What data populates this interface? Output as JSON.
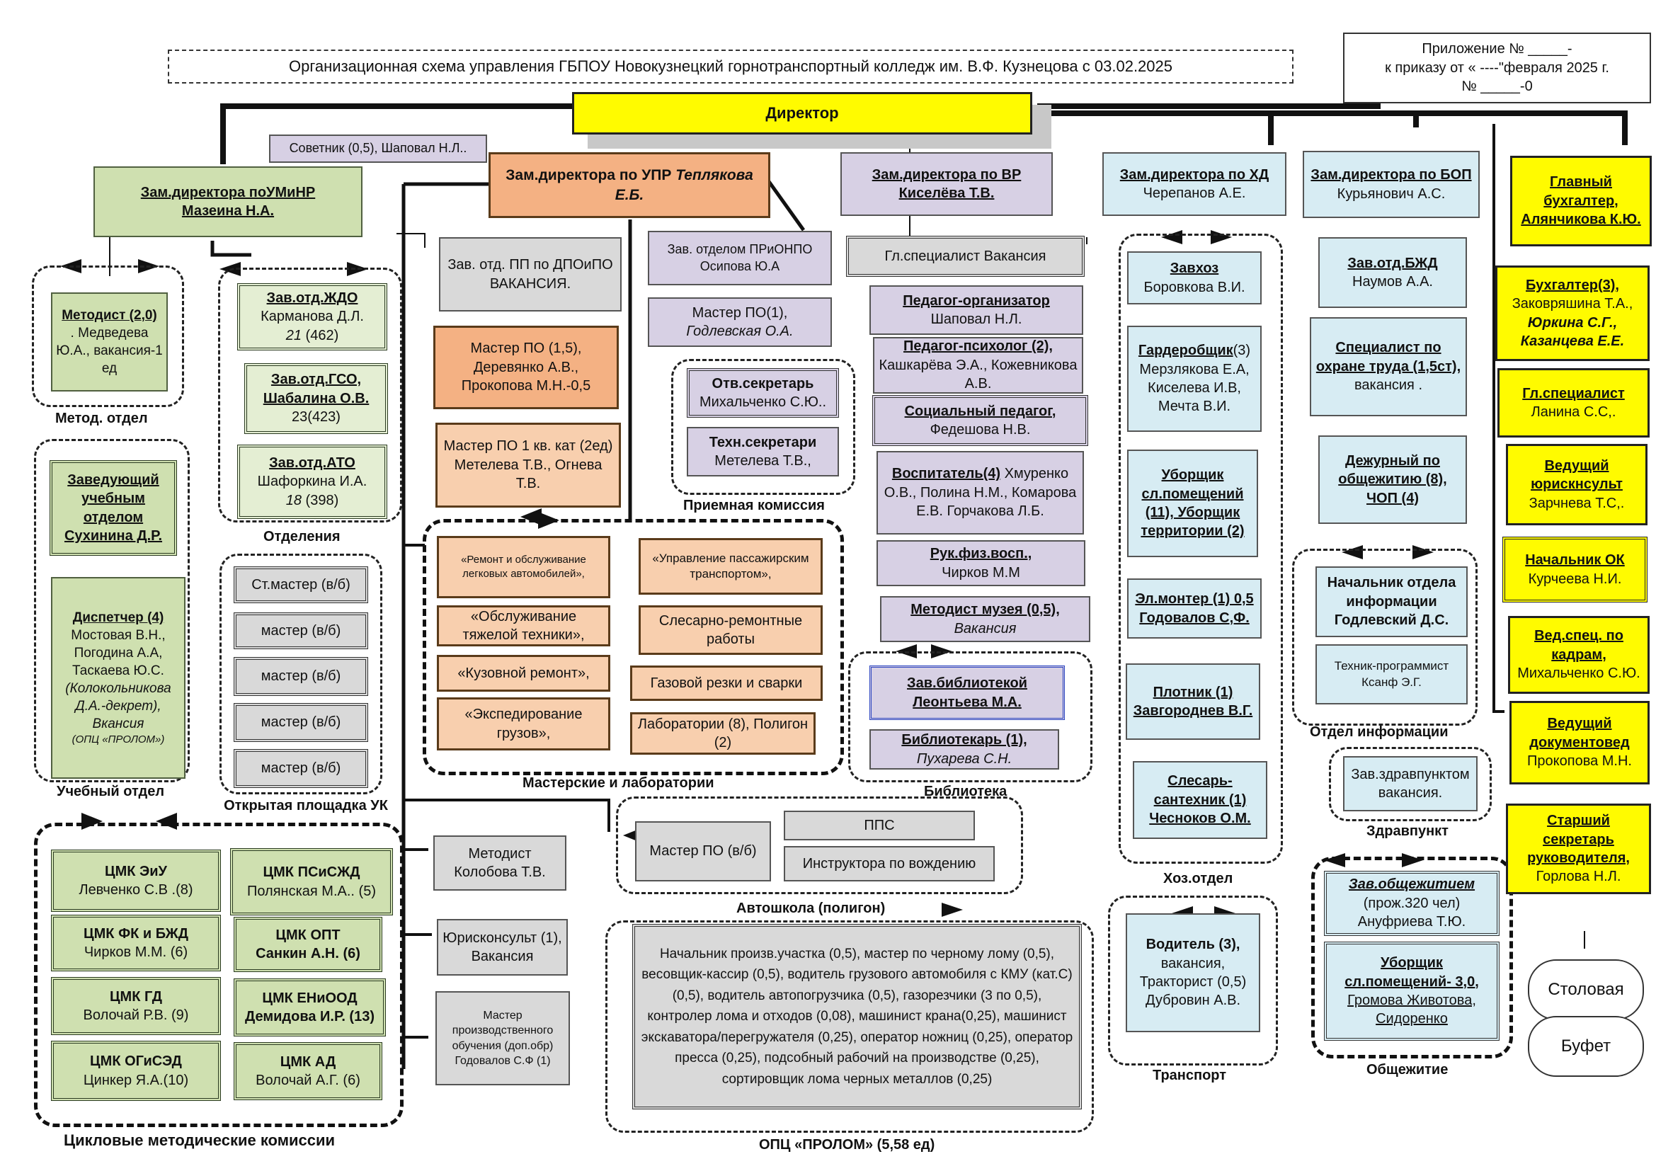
{
  "title": "Организационная схема управления ГБПОУ Новокузнецкий горнотранспортный колледж им. В.Ф. Кузнецова  с 03.02.2025",
  "order": {
    "line1": "Приложение № _____-",
    "line2": "к приказу от « ----\"февраля   2025 г.",
    "line3": "№ _____-0"
  },
  "director": "Директор",
  "advisor": "Советник (0,5), Шаповал Н.Л..",
  "col1": {
    "head1": "Зам.директора поУМиНР",
    "head2": "Мазеина Н.А.",
    "metod1": "Методист (2,0)",
    "metod2": ". Медведева Ю.А., вакансия-1 ед",
    "metod_label": "Метод. отдел",
    "zav1": "Заведующий учебным отделом  Сухинина Д.Р.",
    "disp1": "Диспетчер (4)",
    "disp2": "Мостовая В.Н., Погодина А.А, Таскаева Ю.С.",
    "disp3": "(Колокольникова Д.А.-декрет), Вкансия",
    "disp4": "(ОПЦ «ПРОЛОМ»)",
    "ucheb_label": "Учебный отдел"
  },
  "otdel": {
    "b1a": "Зав.отд.ЖДО",
    "b1b": "Карманова Д.Л.",
    "b1c": "21",
    "b1d": "(462)",
    "b2a": "Зав.отд.ГСО,",
    "b2b": "Шабалина О.В.",
    "b2c": "23(423)",
    "b3a": "Зав.отд.АТО",
    "b3b": "Шафоркина И.А.",
    "b3c": "18",
    "b3d": "(398)",
    "label": "Отделения"
  },
  "plosch": {
    "m0": "Ст.мастер (в/б)",
    "m1": "мастер (в/б)",
    "m2": "мастер (в/б)",
    "m3": "мастер (в/б)",
    "m4": "мастер (в/б)",
    "label": "Открытая площадка УК"
  },
  "cmk": {
    "a1": "ЦМК ЭиУ",
    "a2": "Левченко С.В .(8)",
    "b1": "ЦМК ПСиСЖД",
    "b2": "Полянская М.А.. (5)",
    "c1": "ЦМК  ФК и БЖД",
    "c2": "Чирков М.М. (6)",
    "d1": "ЦМК ОПТ",
    "d2": "Санкин А.Н. (6)",
    "e1": "ЦМК ГД",
    "e2": "Волочай Р.В. (9)",
    "f1": "ЦМК ЕНиООД",
    "f2": "Демидова И.Р. (13)",
    "g1": "ЦМК ОГиСЭД",
    "g2": "Цинкер Я.А.(10)",
    "h1": "ЦМК АД",
    "h2": "Волочай А.Г. (6)",
    "label": "Цикловые методические комиссии"
  },
  "upr": {
    "head1": "Зам.директора по УПР",
    "head2": "Теплякова Е.Б.",
    "zavpp": "Зав. отд. ПП по ДПОиПО ВАКАНСИЯ.",
    "m1": "Мастер ПО (1,5), Деревянко А.В., Прокопова М.Н.-0,5",
    "m2": "Мастер ПО  1 кв. кат (2ед) Метелева Т.В., Огнева Т.В.",
    "zavprio1": "Зав. отделом ПРиОНПО",
    "zavprio2": "Осипова Ю.А",
    "masterpo1": "Мастер ПО(1),",
    "masterpo2": "Годлевская О.А.",
    "otv1": "Отв.секретарь",
    "otv2": "Михальченко С.Ю..",
    "teh1": "Техн.секретари",
    "teh2": "Метелева Т.В.,",
    "priem_label": "Приемная комиссия",
    "w1": "«Ремонт и обслуживание легковых автомобилей»,",
    "w2": "«Обслуживание тяжелой техники»,",
    "w3": "«Кузовной ремонт»,",
    "w4": "«Экспедирование грузов»,",
    "w5": "«Управление пассажирским транспортом»,",
    "w6": "Слесарно-ремонтные работы",
    "w7": "Газовой резки и сварки",
    "w8": "Лаборатории (8), Полигон (2)",
    "work_label": "Мастерские и лаборатории",
    "metodist": "Методист Колобова Т.В.",
    "jur": "Юрисконсульт (1), Вакансия",
    "mpo": "Мастер производственного обучения (доп.обр) Годовалов С.Ф (1)",
    "mpovb": "Мастер ПО (в/б)",
    "pps": "ППС",
    "instr": "Инструктора по вождению",
    "auto_label": "Автошкола (полигон)",
    "opc": "Начальник произв.участка (0,5), мастер по черному лому (0,5), весовщик-кассир (0,5), водитель грузового автомобиля с КМУ (кат.С) (0,5), водитель автопогрузчика (0,5), газорезчики (3 по 0,5), контролер лома и отходов (0,08), машинист крана(0,25), машинист экскаватора/перегружателя (0,25), оператор ножниц (0,25), оператор пресса (0,25), подсобный рабочий на производстве (0,25), сортировщик лома черных металлов (0,25)",
    "opc_label": "ОПЦ «ПРОЛОМ» (5,58 ед)"
  },
  "vr": {
    "head1": "Зам.директора по ВР",
    "head2": "Киселёва Т.В.",
    "gl": "Гл.специалист Вакансия",
    "po1": "Педагог-организатор",
    "po2": "Шаповал Н.Л.",
    "pp1": "Педагог-психолог (2),",
    "pp2": "Кашкарёва Э.А., Кожевникова А.В.",
    "sp1": "Социальный педагог,",
    "sp2": "Федешова Н.В.",
    "vs1": "Воспитатель(4)",
    "vs2": "Хмуренко О.В., Полина Н.М., Комарова Е.В. Горчакова Л.Б.",
    "rf1": "Рук.физ.восп.,",
    "rf2": "Чирков М.М",
    "mm1": "Методист музея (0,5),",
    "mm2": "Вакансия",
    "zb1": "Зав.библиотекой",
    "zb2": "Леонтьева М.А.",
    "bb1": "Библиотекарь (1),",
    "bb2": "Пухарева С.Н.",
    "lib_label": "Библиотека"
  },
  "hd": {
    "head1": "Зам.директора по ХД",
    "head2": "Черепанов А.Е.",
    "zh1": "Завхоз",
    "zh2": "Боровкова В.И.",
    "gd1": "Гардеробщик",
    "gd1b": "(3)",
    "gd2": "Мерзлякова Е.А, Киселева И.В, Мечта В.И.",
    "ub1": "Уборщик сл.помещений (11), Уборщик территории (2)",
    "em1": "Эл.монтер (1) 0,5 Годовалов С,Ф.",
    "pl1": "Плотник (1) Завгороднев В.Г.",
    "sl1": "Слесарь-сантехник (1) Чесноков О.М.",
    "label": "Хоз.отдел",
    "vd1": "Водитель (3),",
    "vd2": "вакансия, Тракторист (0,5) Дубровин А.В.",
    "tr_label": "Транспорт"
  },
  "bop": {
    "head1": "Зам.директора по БОП",
    "head2": "Курьянович А.С.",
    "bjd1": "Зав.отд.БЖД",
    "bjd2": "Наумов А.А.",
    "ot1": "Специалист по охране труда (1,5ст),",
    "ot2": "вакансия .",
    "dj1": "Дежурный по общежитию (8), ЧОП (4)",
    "ni1": "Начальник  отдела информации Годлевский Д.С.",
    "ni2": "Техник-программист Ксанф Э.Г.",
    "info_label": "Отдел информации",
    "zz": "Зав.здравпунктом вакансия.",
    "zz_label": "Здравпункт",
    "zo1": "Зав.общежитием",
    "zo2": "(прож.320 чел) Ануфриева Т.Ю.",
    "uo1": "Уборщик сл.помещений- 3,0,",
    "uo2": "Громова  Животова, Сидоренко",
    "ob_label": "Общежитие"
  },
  "right": {
    "gb": "Главный бухгалтер, Алянчикова К.Ю.",
    "bu1": "Бухгалтер(3),",
    "bu2": "Заковряшина Т.А.,",
    "bu3": "Юркина С.Г., Казанцева Е.Е.",
    "gs1": "Гл.специалист",
    "gs2": "Ланина С.С,.",
    "vu1": "Ведущий юрискнсульт",
    "vu2": "Зарчнева Т.С,.",
    "ok1": "Начальник ОК",
    "ok2": "Курчеева Н.И.",
    "vk1": "Вед.спец. по кадрам,",
    "vk2": "Михальченко С.Ю.",
    "vd1": "Ведущий документовед",
    "vd2": "Прокопова М.Н.",
    "ss1": "Старший секретарь руководителя,",
    "ss2": "Горлова Н.Л."
  },
  "stol": "Столовая",
  "bufet": "Буфет",
  "colors": {
    "yellow": "#fffb00",
    "green": "#cfe0b0",
    "orange": "#f4b183",
    "peach": "#f8cfae",
    "purple": "#d7d0e4",
    "blue": "#d7ecf3",
    "gray": "#d9d9d9"
  }
}
